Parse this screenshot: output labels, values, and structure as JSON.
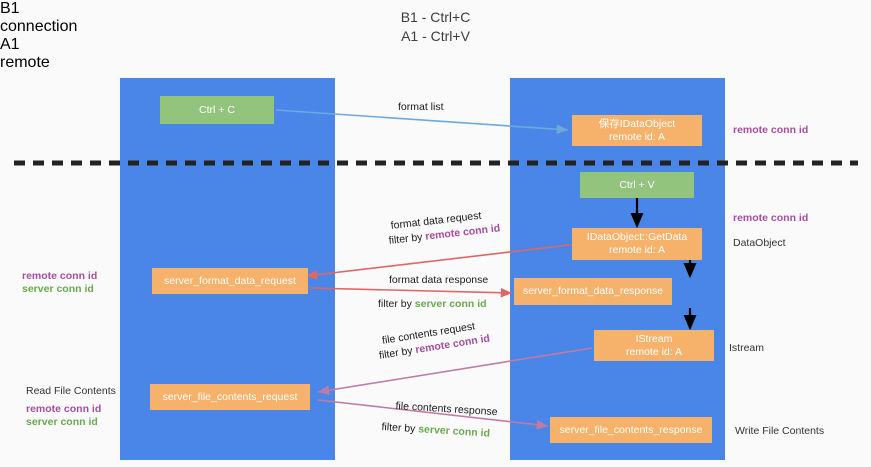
{
  "title": {
    "line1": "B1 - Ctrl+C",
    "line2": "A1 - Ctrl+V"
  },
  "columns": {
    "left": {
      "name": "B1",
      "role": "connection",
      "color": "#4a86e8"
    },
    "right": {
      "name": "A1",
      "role": "remote",
      "color": "#4a86e8"
    }
  },
  "colors": {
    "column": "#4a86e8",
    "green_box": "#93c47d",
    "orange_box": "#f6b26b",
    "remote_conn_id": "#a64d9e",
    "server_conn_id": "#6aa84f",
    "arrow_blue": "#6fa8dc",
    "arrow_red": "#e06666",
    "arrow_purple": "#c27ba0",
    "arrow_black": "#000000",
    "divider": "#222222"
  },
  "boxes": {
    "ctrl_c": {
      "label": "Ctrl + C",
      "kind": "green"
    },
    "save_idataobject": {
      "line1": "保存IDataObject",
      "line2": "remote id: A",
      "kind": "orange"
    },
    "ctrl_v": {
      "label": "Ctrl + V",
      "kind": "green"
    },
    "getdata": {
      "line1": "IDataObject::GetData",
      "line2": "remote id: A",
      "kind": "orange"
    },
    "server_format_data_request": {
      "label": "server_format_data_request",
      "kind": "orange"
    },
    "server_format_data_response": {
      "label": "server_format_data_response",
      "kind": "orange"
    },
    "istream": {
      "line1": "IStream",
      "line2": "remote id: A",
      "kind": "orange"
    },
    "server_file_contents_request": {
      "label": "server_file_contents_request",
      "kind": "orange"
    },
    "server_file_contents_response": {
      "label": "server_file_contents_response",
      "kind": "orange"
    }
  },
  "arrow_labels": {
    "format_list": "format list",
    "format_data_request": "format data request",
    "format_data_request_filter_prefix": "filter by ",
    "format_data_request_filter_value": "remote conn id",
    "format_data_response": "format data response",
    "format_data_response_filter_prefix": "filter by ",
    "format_data_response_filter_value": "server conn id",
    "file_contents_request": "file contents request",
    "file_contents_request_filter_prefix": "filter by ",
    "file_contents_request_filter_value": "remote conn id",
    "file_contents_response": "file contents response",
    "file_contents_response_filter_prefix": "filter by ",
    "file_contents_response_filter_value": "server conn id"
  },
  "side_labels": {
    "right_remote_conn_id_1": "remote conn id",
    "right_remote_conn_id_2": "remote conn id",
    "right_dataobject": "DataObject",
    "right_istream": "Istream",
    "right_write_file_contents": "Write File Contents",
    "left_remote_conn_id": "remote conn id",
    "left_server_conn_id": "server conn id",
    "left_read_file_contents": "Read File Contents",
    "left_remote_conn_id_2": "remote conn id",
    "left_server_conn_id_2": "server conn id"
  }
}
